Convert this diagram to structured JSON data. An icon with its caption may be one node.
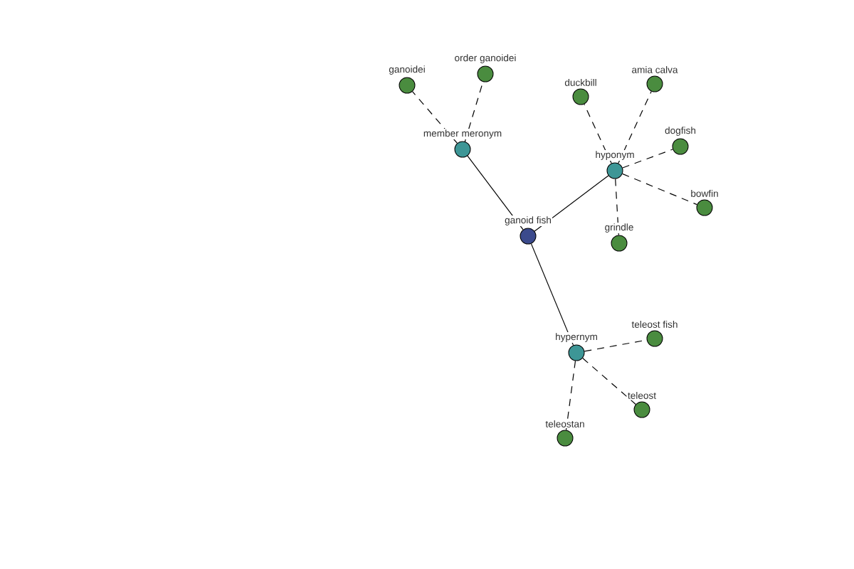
{
  "diagram": {
    "nodes": [
      {
        "text": [
          "ganoidei"
        ]
      },
      {
        "text": [
          "order ganoidei"
        ]
      },
      {
        "text": [
          "duckbill"
        ]
      },
      {
        "text": [
          "amia calva"
        ]
      },
      {
        "text": [
          "dogfish"
        ]
      },
      {
        "text": [
          "member meronym"
        ]
      },
      {
        "text": [
          "hyponym"
        ]
      },
      {
        "text": [
          "bowfin"
        ]
      },
      {
        "text": [
          "ganoid fish"
        ]
      },
      {
        "text": [
          "grindle"
        ]
      },
      {
        "text": [
          "teleost fish"
        ]
      },
      {
        "text": [
          "hypernym"
        ]
      },
      {
        "text": [
          "teleost"
        ]
      },
      {
        "text": [
          "teleostan"
        ]
      }
    ],
    "edges": [
      {
        "from": 8,
        "to": 5,
        "arrow": "none"
      },
      {
        "from": 8,
        "to": 6,
        "arrow": "none"
      },
      {
        "from": 8,
        "to": 11,
        "arrow": "none"
      },
      {
        "from": 5,
        "to": 0,
        "arrow": "none",
        "style": "dashed"
      },
      {
        "from": 5,
        "to": 1,
        "arrow": "none",
        "style": "dashed"
      },
      {
        "from": 6,
        "to": 2,
        "arrow": "none",
        "style": "dashed"
      },
      {
        "from": 6,
        "to": 3,
        "arrow": "none",
        "style": "dashed"
      },
      {
        "from": 6,
        "to": 4,
        "arrow": "none",
        "style": "dashed"
      },
      {
        "from": 6,
        "to": 7,
        "arrow": "none",
        "style": "dashed"
      },
      {
        "from": 6,
        "to": 9,
        "arrow": "none",
        "style": "dashed"
      },
      {
        "from": 11,
        "to": 10,
        "arrow": "none",
        "style": "dashed"
      },
      {
        "from": 11,
        "to": 12,
        "arrow": "none",
        "style": "dashed"
      },
      {
        "from": 11,
        "to": 13,
        "arrow": "none",
        "style": "dashed"
      }
    ]
  }
}
